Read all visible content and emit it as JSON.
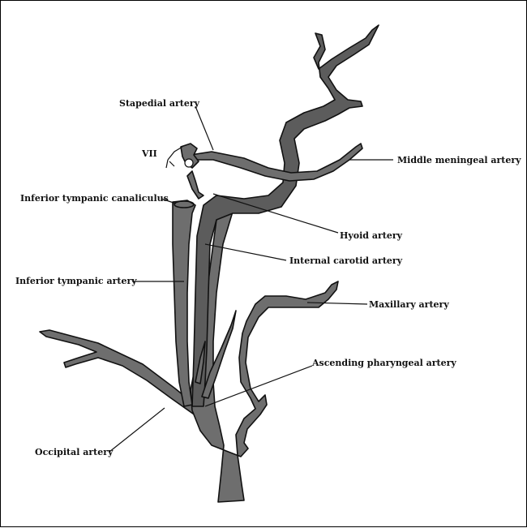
{
  "labels": {
    "stapedial": "Stapedial artery",
    "vii": "VII",
    "middle_meningeal": "Middle meningeal artery",
    "inferior_tympanic_canaliculus": "Inferior tympanic canaliculus",
    "hyoid": "Hyoid artery",
    "internal_carotid": "Internal carotid artery",
    "inferior_tympanic": "Inferior tympanic artery",
    "maxillary": "Maxillary artery",
    "ascending_pharyngeal": "Ascending pharyngeal artery",
    "occipital": "Occipital artery"
  }
}
